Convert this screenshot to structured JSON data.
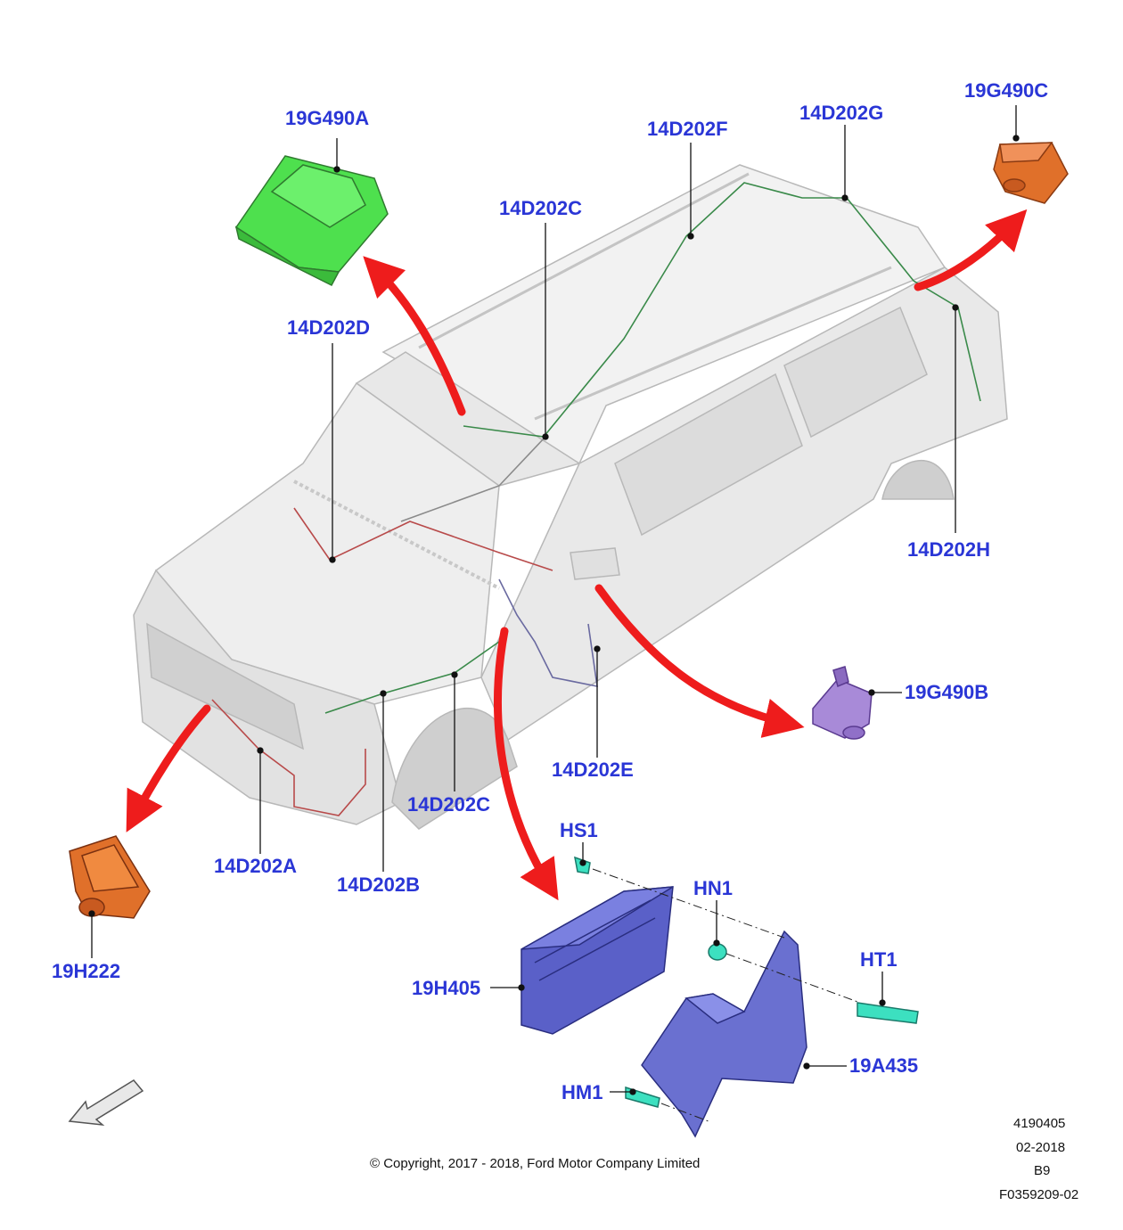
{
  "callouts": {
    "module_19G490A": "19G490A",
    "module_19G490B": "19G490B",
    "module_19G490C": "19G490C",
    "module_19H222": "19H222",
    "module_19H405": "19H405",
    "bracket_19A435": "19A435",
    "harness_14D202A": "14D202A",
    "harness_14D202B": "14D202B",
    "harness_14D202C_top": "14D202C",
    "harness_14D202C_front": "14D202C",
    "harness_14D202D": "14D202D",
    "harness_14D202E": "14D202E",
    "harness_14D202F": "14D202F",
    "harness_14D202G": "14D202G",
    "harness_14D202H": "14D202H",
    "fastener_HS1": "HS1",
    "fastener_HN1": "HN1",
    "fastener_HT1": "HT1",
    "fastener_HM1": "HM1"
  },
  "footer": {
    "copyright": "© Copyright, 2017 - 2018, Ford Motor Company Limited",
    "code_1": "4190405",
    "code_2": "02-2018",
    "code_3": "B9",
    "code_4": "F0359209-02"
  },
  "colors": {
    "callout_text": "#2a36d6",
    "arrow": "#ee1c1c",
    "module_green": "#4ee04e",
    "module_orange": "#e0702a",
    "module_violet": "#a88ad8",
    "module_blue": "#5a60c8",
    "fastener_cyan": "#3ce0c0"
  }
}
